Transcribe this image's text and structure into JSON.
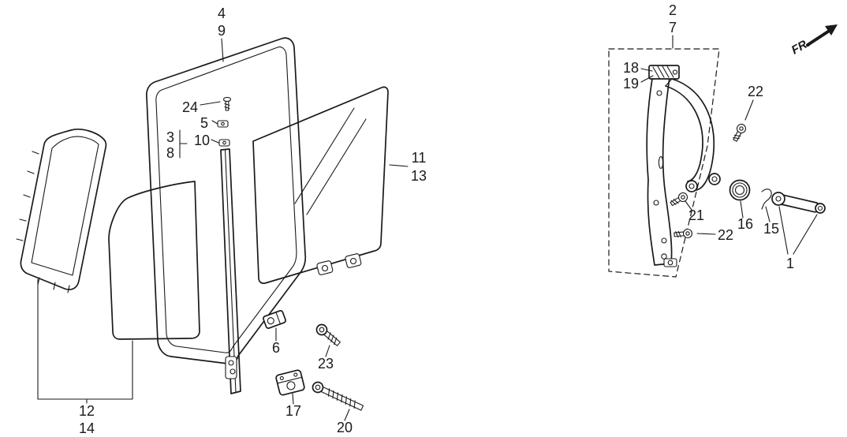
{
  "colors": {
    "ink": "#1a1a1a",
    "background": "#ffffff"
  },
  "direction_indicator": {
    "label": "FR."
  },
  "callouts": {
    "n1": "1",
    "n2": "2",
    "n3": "3",
    "n4": "4",
    "n5": "5",
    "n6": "6",
    "n7": "7",
    "n8": "8",
    "n9": "9",
    "n10": "10",
    "n11": "11",
    "n12": "12",
    "n13": "13",
    "n14": "14",
    "n15": "15",
    "n16": "16",
    "n17": "17",
    "n18": "18",
    "n19": "19",
    "n20": "20",
    "n21": "21",
    "n22": "22",
    "n23": "23",
    "n24": "24"
  }
}
